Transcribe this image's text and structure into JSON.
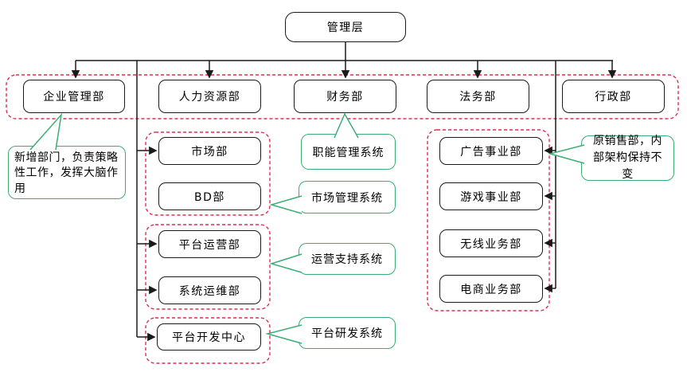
{
  "org": {
    "root": {
      "label": "管理层"
    },
    "departments": [
      {
        "label": "企业管理部"
      },
      {
        "label": "人力资源部"
      },
      {
        "label": "财务部"
      },
      {
        "label": "法务部"
      },
      {
        "label": "行政部"
      }
    ],
    "middle_column": [
      {
        "label": "市场部"
      },
      {
        "label": "BD部"
      },
      {
        "label": "平台运营部"
      },
      {
        "label": "系统运维部"
      },
      {
        "label": "平台开发中心"
      }
    ],
    "right_column": [
      {
        "label": "广告事业部"
      },
      {
        "label": "游戏事业部"
      },
      {
        "label": "无线业务部"
      },
      {
        "label": "电商业务部"
      }
    ]
  },
  "callouts": {
    "functional_system": "职能管理系统",
    "market_system": "市场管理系统",
    "ops_support_system": "运营支持系统",
    "platform_rd_system": "平台研发系统",
    "new_dept_note": "新增部门，负责策略性工作，发挥大脑作用",
    "former_sales_note": "原销售部，内部架构保持不变"
  },
  "colors": {
    "box_border": "#1a1a1a",
    "group_dashed_border": "#e32b4b",
    "callout_border": "#3aae73",
    "text": "#000000",
    "background": "#ffffff"
  }
}
